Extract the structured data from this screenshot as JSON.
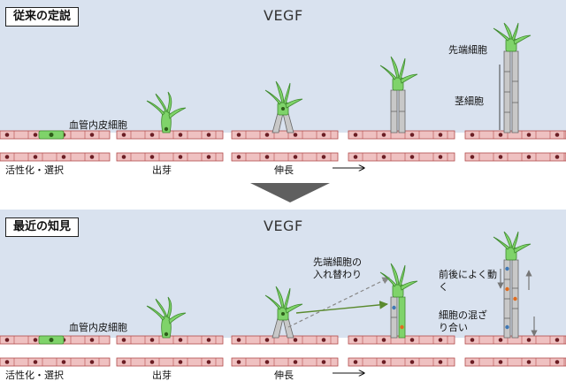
{
  "top_panel": {
    "tag": "従来の定説",
    "title": "VEGF",
    "labels": {
      "endothelial": "血管内皮細胞",
      "tip_cell": "先端細胞",
      "stalk_cell": "茎細胞"
    },
    "stages": [
      "活性化・選択",
      "出芽",
      "伸長"
    ]
  },
  "bottom_panel": {
    "tag": "最近の知見",
    "title": "VEGF",
    "labels": {
      "endothelial": "血管内皮細胞",
      "tip_swap_line1": "先端細胞の",
      "tip_swap_line2": "入れ替わり",
      "move_line1": "前後によく動",
      "move_line2": "く",
      "mix_line1": "細胞の混ざ",
      "mix_line2": "り合い"
    },
    "stages": [
      "活性化・選択",
      "出芽",
      "伸長"
    ]
  },
  "colors": {
    "background": "#d9e2ef",
    "vessel_fill": "#efc1c1",
    "vessel_stroke": "#b24a4a",
    "nucleus": "#6b1e24",
    "tip_green": "#7fd36a",
    "stalk_grey": "#c8c8c8",
    "nucleus_blue": "#3f78b5",
    "nucleus_orange": "#e06b1f",
    "arrow_green": "#5a8a2e"
  }
}
